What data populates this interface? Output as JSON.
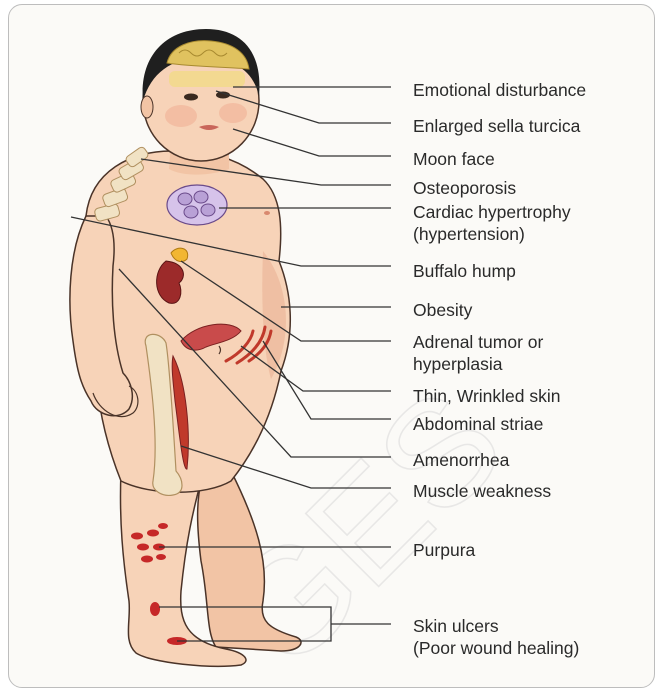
{
  "labels": [
    {
      "id": "emotional",
      "lines": [
        "Emotional disturbance"
      ]
    },
    {
      "id": "sella",
      "lines": [
        "Enlarged sella turcica"
      ]
    },
    {
      "id": "moon",
      "lines": [
        "Moon face"
      ]
    },
    {
      "id": "osteo",
      "lines": [
        "Osteoporosis"
      ]
    },
    {
      "id": "cardiac",
      "lines": [
        "Cardiac hypertrophy",
        "(hypertension)"
      ]
    },
    {
      "id": "buffalo",
      "lines": [
        "Buffalo hump"
      ]
    },
    {
      "id": "obesity",
      "lines": [
        "Obesity"
      ]
    },
    {
      "id": "adrenal",
      "lines": [
        "Adrenal tumor or",
        "hyperplasia"
      ]
    },
    {
      "id": "thin",
      "lines": [
        "Thin, Wrinkled skin"
      ]
    },
    {
      "id": "striae",
      "lines": [
        "Abdominal striae"
      ]
    },
    {
      "id": "amenorrhea",
      "lines": [
        "Amenorrhea"
      ]
    },
    {
      "id": "muscle",
      "lines": [
        "Muscle weakness"
      ]
    },
    {
      "id": "purpura",
      "lines": [
        "Purpura"
      ]
    },
    {
      "id": "ulcers",
      "lines": [
        "Skin ulcers",
        "(Poor wound healing)"
      ]
    }
  ],
  "watermark": "GES",
  "colors": {
    "skin": "#f7d3b8",
    "skin_shadow": "#e9b394",
    "outline": "#4a3328",
    "leader_line": "#333333",
    "text": "#2a2a2a",
    "frame_border": "#bdbdbd",
    "bone": "#f1e2c4",
    "muscle": "#c0392b",
    "purpura": "#c62828",
    "heart_organ": "#b9a1d6",
    "kidney": "#9c2a2a",
    "adrenal": "#f2b632",
    "hair": "#1f1f1f",
    "brain": "#e0c25f"
  }
}
